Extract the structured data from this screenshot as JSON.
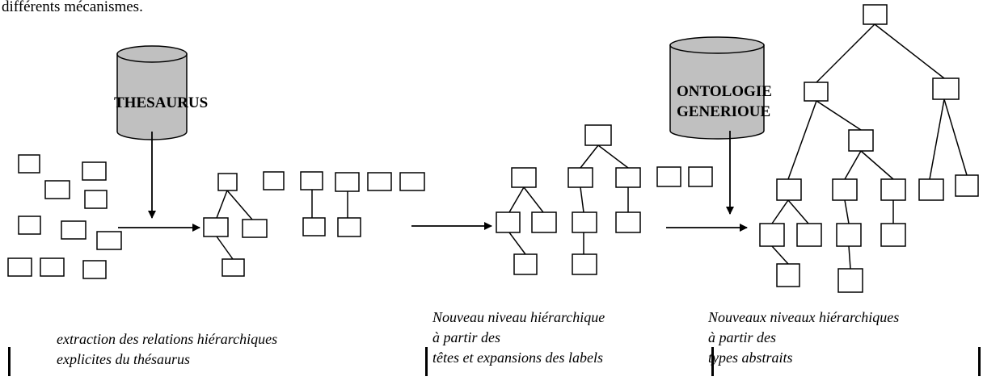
{
  "intro_text": "différents mécanismes.",
  "sources": {
    "thesaurus": "THESAURUS",
    "ontology_line1": "ONTOLOGIE",
    "ontology_line2": "GENERIOUE"
  },
  "captions": {
    "stage1": [
      "extraction des relations hiérarchiques",
      "explicites du thésaurus"
    ],
    "stage2": [
      "Nouveau niveau hiérarchique",
      "à partir des",
      "têtes et expansions des labels"
    ],
    "stage3": [
      "Nouveaux niveaux hiérarchiques",
      "à partir des",
      "types abstraits"
    ]
  },
  "colors": {
    "cylinder_fill": "#c0c0c0",
    "stroke": "#000000"
  }
}
